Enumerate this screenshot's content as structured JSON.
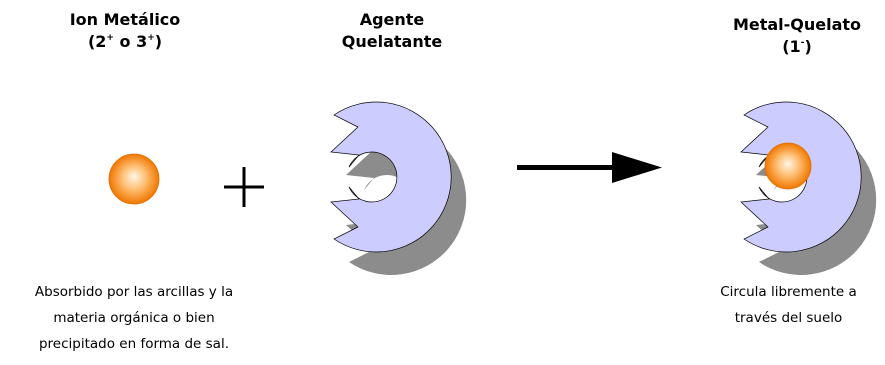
{
  "ion": {
    "title_line1": "Ion Metálico",
    "charge_open": "(2",
    "charge_sup1": "+",
    "charge_mid": " o 3",
    "charge_sup2": "+",
    "charge_close": ")",
    "caption": [
      "Absorbido por las arcillas y la",
      "materia orgánica o bien",
      "precipitado en forma de sal."
    ]
  },
  "operator": "+",
  "agent": {
    "title_line1": "Agente",
    "title_line2": "Quelatante"
  },
  "product": {
    "title_line1": "Metal-Quelato",
    "charge_open": "(1",
    "charge_sup": "-",
    "charge_close": ")",
    "caption": [
      "Circula libremente a",
      "través del suelo"
    ]
  },
  "colors": {
    "chelate_fill": "#ccccff",
    "chelate_shadow": "#8c8c8c",
    "ion_center": "#fff2d8",
    "ion_mid": "#ffb347",
    "ion_edge": "#f07800",
    "arrow": "#000000"
  }
}
